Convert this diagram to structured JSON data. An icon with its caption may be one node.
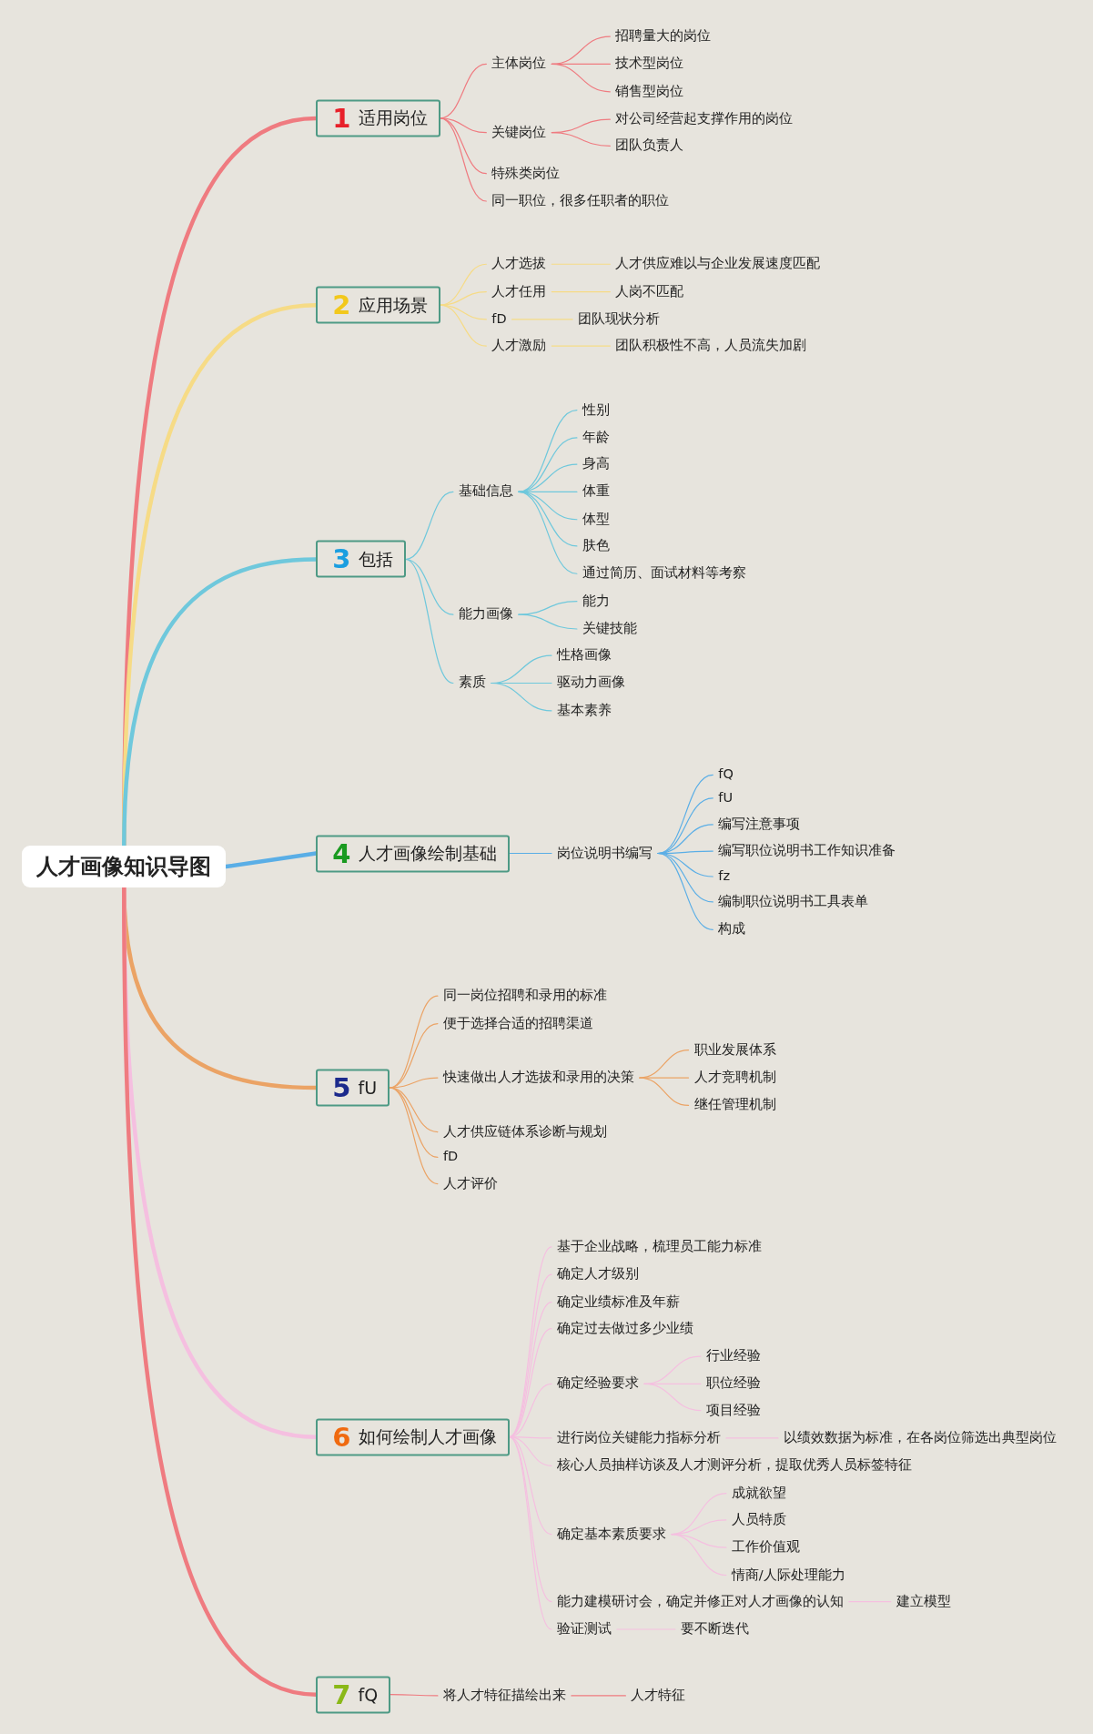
{
  "diagram": {
    "nodes": [
      {
        "text": [
          "人才画像知识导图"
        ]
      },
      {
        "text": [
          "1",
          "适用岗位"
        ]
      },
      {
        "text": [
          "主体岗位"
        ]
      },
      {
        "text": [
          "招聘量大的岗位"
        ]
      },
      {
        "text": [
          "技术型岗位"
        ]
      },
      {
        "text": [
          "销售型岗位"
        ]
      },
      {
        "text": [
          "关键岗位"
        ]
      },
      {
        "text": [
          "对公司经营起支撑作用的岗位"
        ]
      },
      {
        "text": [
          "团队负责人"
        ]
      },
      {
        "text": [
          "特殊类岗位"
        ]
      },
      {
        "text": [
          "同一职位，很多任职者的职位"
        ]
      },
      {
        "text": [
          "2",
          "应用场景"
        ]
      },
      {
        "text": [
          "人才选拔"
        ]
      },
      {
        "text": [
          "人才供应难以与企业发展速度匹配"
        ]
      },
      {
        "text": [
          "人才任用"
        ]
      },
      {
        "text": [
          "人岗不匹配"
        ]
      },
      {
        "text": [
          "fD"
        ]
      },
      {
        "text": [
          "团队现状分析"
        ]
      },
      {
        "text": [
          "人才激励"
        ]
      },
      {
        "text": [
          "团队积极性不高，人员流失加剧"
        ]
      },
      {
        "text": [
          "3",
          "包括"
        ]
      },
      {
        "text": [
          "基础信息"
        ]
      },
      {
        "text": [
          "性别"
        ]
      },
      {
        "text": [
          "年龄"
        ]
      },
      {
        "text": [
          "身高"
        ]
      },
      {
        "text": [
          "体重"
        ]
      },
      {
        "text": [
          "体型"
        ]
      },
      {
        "text": [
          "肤色"
        ]
      },
      {
        "text": [
          "通过简历、面试材料等考察"
        ]
      },
      {
        "text": [
          "能力画像"
        ]
      },
      {
        "text": [
          "能力"
        ]
      },
      {
        "text": [
          "关键技能"
        ]
      },
      {
        "text": [
          "素质"
        ]
      },
      {
        "text": [
          "性格画像"
        ]
      },
      {
        "text": [
          "驱动力画像"
        ]
      },
      {
        "text": [
          "基本素养"
        ]
      },
      {
        "text": [
          "4",
          "人才画像绘制基础"
        ]
      },
      {
        "text": [
          "岗位说明书编写"
        ]
      },
      {
        "text": [
          "fQ"
        ]
      },
      {
        "text": [
          "fU"
        ]
      },
      {
        "text": [
          "编写注意事项"
        ]
      },
      {
        "text": [
          "编写职位说明书工作知识准备"
        ]
      },
      {
        "text": [
          "fz"
        ]
      },
      {
        "text": [
          "编制职位说明书工具表单"
        ]
      },
      {
        "text": [
          "构成"
        ]
      },
      {
        "text": [
          "5",
          "fU"
        ]
      },
      {
        "text": [
          "同一岗位招聘和录用的标准"
        ]
      },
      {
        "text": [
          "便于选择合适的招聘渠道"
        ]
      },
      {
        "text": [
          "快速做出人才选拔和录用的决策"
        ]
      },
      {
        "text": [
          "职业发展体系"
        ]
      },
      {
        "text": [
          "人才竞聘机制"
        ]
      },
      {
        "text": [
          "继任管理机制"
        ]
      },
      {
        "text": [
          "人才供应链体系诊断与规划"
        ]
      },
      {
        "text": [
          "fD"
        ]
      },
      {
        "text": [
          "人才评价"
        ]
      },
      {
        "text": [
          "6",
          "如何绘制人才画像"
        ]
      },
      {
        "text": [
          "基于企业战略，梳理员工能力标准"
        ]
      },
      {
        "text": [
          "确定人才级别"
        ]
      },
      {
        "text": [
          "确定业绩标准及年薪"
        ]
      },
      {
        "text": [
          "确定过去做过多少业绩"
        ]
      },
      {
        "text": [
          "确定经验要求"
        ]
      },
      {
        "text": [
          "行业经验"
        ]
      },
      {
        "text": [
          "职位经验"
        ]
      },
      {
        "text": [
          "项目经验"
        ]
      },
      {
        "text": [
          "进行岗位关键能力指标分析"
        ]
      },
      {
        "text": [
          "以绩效数据为标准，在各岗位筛选出典型岗位"
        ]
      },
      {
        "text": [
          "核心人员抽样访谈及人才测评分析，提取优秀人员标签特征"
        ]
      },
      {
        "text": [
          "确定基本素质要求"
        ]
      },
      {
        "text": [
          "成就欲望"
        ]
      },
      {
        "text": [
          "人员特质"
        ]
      },
      {
        "text": [
          "工作价值观"
        ]
      },
      {
        "text": [
          "情商/人际处理能力"
        ]
      },
      {
        "text": [
          "能力建模研讨会，确定并修正对人才画像的认知"
        ]
      },
      {
        "text": [
          "建立模型"
        ]
      },
      {
        "text": [
          "验证测试"
        ]
      },
      {
        "text": [
          "要不断迭代"
        ]
      },
      {
        "text": [
          "7",
          "fQ"
        ]
      },
      {
        "text": [
          "将人才特征描绘出来"
        ]
      },
      {
        "text": [
          "人才特征"
        ]
      }
    ],
    "edges": [
      {
        "from": 0,
        "to": 1,
        "arrow": "none",
        "style": "thick",
        "color": "#ef7b80"
      },
      {
        "from": 0,
        "to": 11,
        "arrow": "none",
        "style": "thick",
        "color": "#f6db86"
      },
      {
        "from": 0,
        "to": 20,
        "arrow": "none",
        "style": "thick",
        "color": "#6fc8dc"
      },
      {
        "from": 0,
        "to": 36,
        "arrow": "none",
        "style": "thick",
        "color": "#5aaee6"
      },
      {
        "from": 0,
        "to": 45,
        "arrow": "none",
        "style": "thick",
        "color": "#eba365"
      },
      {
        "from": 0,
        "to": 55,
        "arrow": "none",
        "style": "thick",
        "color": "#f5bfe0"
      },
      {
        "from": 0,
        "to": 76,
        "arrow": "none",
        "style": "thick",
        "color": "#ef7b80"
      },
      {
        "from": 1,
        "to": 2,
        "arrow": "none",
        "color": "#ef7b80"
      },
      {
        "from": 2,
        "to": 3,
        "arrow": "none",
        "color": "#ef7b80"
      },
      {
        "from": 2,
        "to": 4,
        "arrow": "none",
        "color": "#ef7b80"
      },
      {
        "from": 2,
        "to": 5,
        "arrow": "none",
        "color": "#ef7b80"
      },
      {
        "from": 1,
        "to": 6,
        "arrow": "none",
        "color": "#ef7b80"
      },
      {
        "from": 6,
        "to": 7,
        "arrow": "none",
        "color": "#ef7b80"
      },
      {
        "from": 6,
        "to": 8,
        "arrow": "none",
        "color": "#ef7b80"
      },
      {
        "from": 1,
        "to": 9,
        "arrow": "none",
        "color": "#ef7b80"
      },
      {
        "from": 1,
        "to": 10,
        "arrow": "none",
        "color": "#ef7b80"
      },
      {
        "from": 11,
        "to": 12,
        "arrow": "none",
        "color": "#f6db86"
      },
      {
        "from": 12,
        "to": 13,
        "arrow": "none",
        "color": "#f6db86"
      },
      {
        "from": 11,
        "to": 14,
        "arrow": "none",
        "color": "#f6db86"
      },
      {
        "from": 14,
        "to": 15,
        "arrow": "none",
        "color": "#f6db86"
      },
      {
        "from": 11,
        "to": 16,
        "arrow": "none",
        "color": "#f6db86"
      },
      {
        "from": 16,
        "to": 17,
        "arrow": "none",
        "color": "#f6db86"
      },
      {
        "from": 11,
        "to": 18,
        "arrow": "none",
        "color": "#f6db86"
      },
      {
        "from": 18,
        "to": 19,
        "arrow": "none",
        "color": "#f6db86"
      },
      {
        "from": 20,
        "to": 21,
        "arrow": "none",
        "color": "#6fc8dc"
      },
      {
        "from": 21,
        "to": 22,
        "arrow": "none",
        "color": "#6fc8dc"
      },
      {
        "from": 21,
        "to": 23,
        "arrow": "none",
        "color": "#6fc8dc"
      },
      {
        "from": 21,
        "to": 24,
        "arrow": "none",
        "color": "#6fc8dc"
      },
      {
        "from": 21,
        "to": 25,
        "arrow": "none",
        "color": "#6fc8dc"
      },
      {
        "from": 21,
        "to": 26,
        "arrow": "none",
        "color": "#6fc8dc"
      },
      {
        "from": 21,
        "to": 27,
        "arrow": "none",
        "color": "#6fc8dc"
      },
      {
        "from": 21,
        "to": 28,
        "arrow": "none",
        "color": "#6fc8dc"
      },
      {
        "from": 20,
        "to": 29,
        "arrow": "none",
        "color": "#6fc8dc"
      },
      {
        "from": 29,
        "to": 30,
        "arrow": "none",
        "color": "#6fc8dc"
      },
      {
        "from": 29,
        "to": 31,
        "arrow": "none",
        "color": "#6fc8dc"
      },
      {
        "from": 20,
        "to": 32,
        "arrow": "none",
        "color": "#6fc8dc"
      },
      {
        "from": 32,
        "to": 33,
        "arrow": "none",
        "color": "#6fc8dc"
      },
      {
        "from": 32,
        "to": 34,
        "arrow": "none",
        "color": "#6fc8dc"
      },
      {
        "from": 32,
        "to": 35,
        "arrow": "none",
        "color": "#6fc8dc"
      },
      {
        "from": 36,
        "to": 37,
        "arrow": "none",
        "color": "#5aaee6"
      },
      {
        "from": 37,
        "to": 38,
        "arrow": "none",
        "color": "#5aaee6"
      },
      {
        "from": 37,
        "to": 39,
        "arrow": "none",
        "color": "#5aaee6"
      },
      {
        "from": 37,
        "to": 40,
        "arrow": "none",
        "color": "#5aaee6"
      },
      {
        "from": 37,
        "to": 41,
        "arrow": "none",
        "color": "#5aaee6"
      },
      {
        "from": 37,
        "to": 42,
        "arrow": "none",
        "color": "#5aaee6"
      },
      {
        "from": 37,
        "to": 43,
        "arrow": "none",
        "color": "#5aaee6"
      },
      {
        "from": 37,
        "to": 44,
        "arrow": "none",
        "color": "#5aaee6"
      },
      {
        "from": 45,
        "to": 46,
        "arrow": "none",
        "color": "#eba365"
      },
      {
        "from": 45,
        "to": 47,
        "arrow": "none",
        "color": "#eba365"
      },
      {
        "from": 45,
        "to": 48,
        "arrow": "none",
        "color": "#eba365"
      },
      {
        "from": 48,
        "to": 49,
        "arrow": "none",
        "color": "#eba365"
      },
      {
        "from": 48,
        "to": 50,
        "arrow": "none",
        "color": "#eba365"
      },
      {
        "from": 48,
        "to": 51,
        "arrow": "none",
        "color": "#eba365"
      },
      {
        "from": 45,
        "to": 52,
        "arrow": "none",
        "color": "#eba365"
      },
      {
        "from": 45,
        "to": 53,
        "arrow": "none",
        "color": "#eba365"
      },
      {
        "from": 45,
        "to": 54,
        "arrow": "none",
        "color": "#eba365"
      },
      {
        "from": 55,
        "to": 56,
        "arrow": "none",
        "color": "#f5bfe0"
      },
      {
        "from": 55,
        "to": 57,
        "arrow": "none",
        "color": "#f5bfe0"
      },
      {
        "from": 55,
        "to": 58,
        "arrow": "none",
        "color": "#f5bfe0"
      },
      {
        "from": 55,
        "to": 59,
        "arrow": "none",
        "color": "#f5bfe0"
      },
      {
        "from": 55,
        "to": 60,
        "arrow": "none",
        "color": "#f5bfe0"
      },
      {
        "from": 60,
        "to": 61,
        "arrow": "none",
        "color": "#f5bfe0"
      },
      {
        "from": 60,
        "to": 62,
        "arrow": "none",
        "color": "#f5bfe0"
      },
      {
        "from": 60,
        "to": 63,
        "arrow": "none",
        "color": "#f5bfe0"
      },
      {
        "from": 55,
        "to": 64,
        "arrow": "none",
        "color": "#f5bfe0"
      },
      {
        "from": 64,
        "to": 65,
        "arrow": "none",
        "color": "#f5bfe0"
      },
      {
        "from": 55,
        "to": 66,
        "arrow": "none",
        "color": "#f5bfe0"
      },
      {
        "from": 55,
        "to": 67,
        "arrow": "none",
        "color": "#f5bfe0"
      },
      {
        "from": 67,
        "to": 68,
        "arrow": "none",
        "color": "#f5bfe0"
      },
      {
        "from": 67,
        "to": 69,
        "arrow": "none",
        "color": "#f5bfe0"
      },
      {
        "from": 67,
        "to": 70,
        "arrow": "none",
        "color": "#f5bfe0"
      },
      {
        "from": 67,
        "to": 71,
        "arrow": "none",
        "color": "#f5bfe0"
      },
      {
        "from": 55,
        "to": 72,
        "arrow": "none",
        "color": "#f5bfe0"
      },
      {
        "from": 72,
        "to": 73,
        "arrow": "none",
        "color": "#f5bfe0"
      },
      {
        "from": 55,
        "to": 74,
        "arrow": "none",
        "color": "#f5bfe0"
      },
      {
        "from": 74,
        "to": 75,
        "arrow": "none",
        "color": "#f5bfe0"
      },
      {
        "from": 76,
        "to": 77,
        "arrow": "none",
        "color": "#ef7b80"
      },
      {
        "from": 77,
        "to": 78,
        "arrow": "none",
        "color": "#ef7b80"
      }
    ]
  }
}
